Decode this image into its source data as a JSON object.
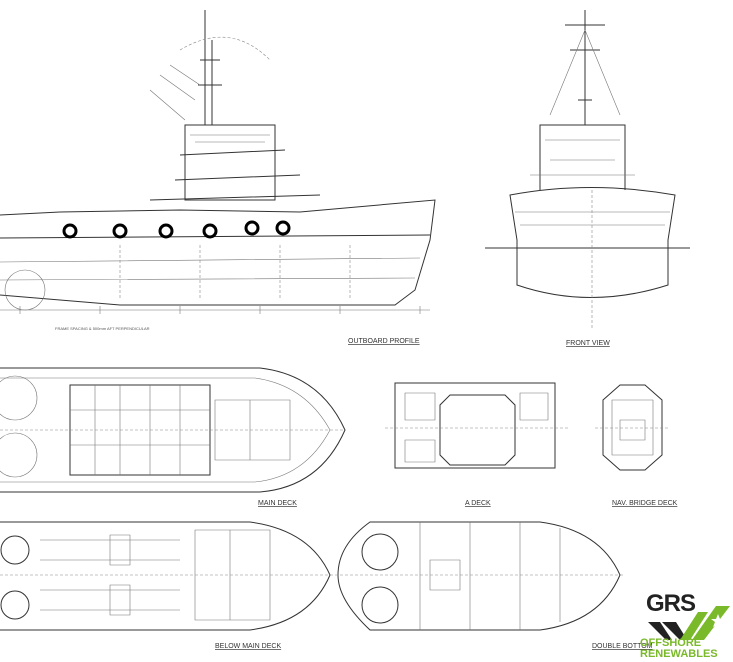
{
  "labels": {
    "outboard_profile": "OUTBOARD PROFILE",
    "front_view": "FRONT VIEW",
    "main_deck": "MAIN DECK",
    "a_deck": "A DECK",
    "nav_bridge_deck": "NAV. BRIDGE DECK",
    "below_main_deck": "BELOW MAIN DECK",
    "double_bottom": "DOUBLE BOTTOM",
    "frame_note": "FRAME SPACING & 500mm AFT PERPENDICULAR"
  },
  "logo": {
    "name": "GRS",
    "line1": "OFFSHORE",
    "line2": "RENEWABLES",
    "colors": {
      "dark": "#222222",
      "green": "#7ab929"
    }
  }
}
